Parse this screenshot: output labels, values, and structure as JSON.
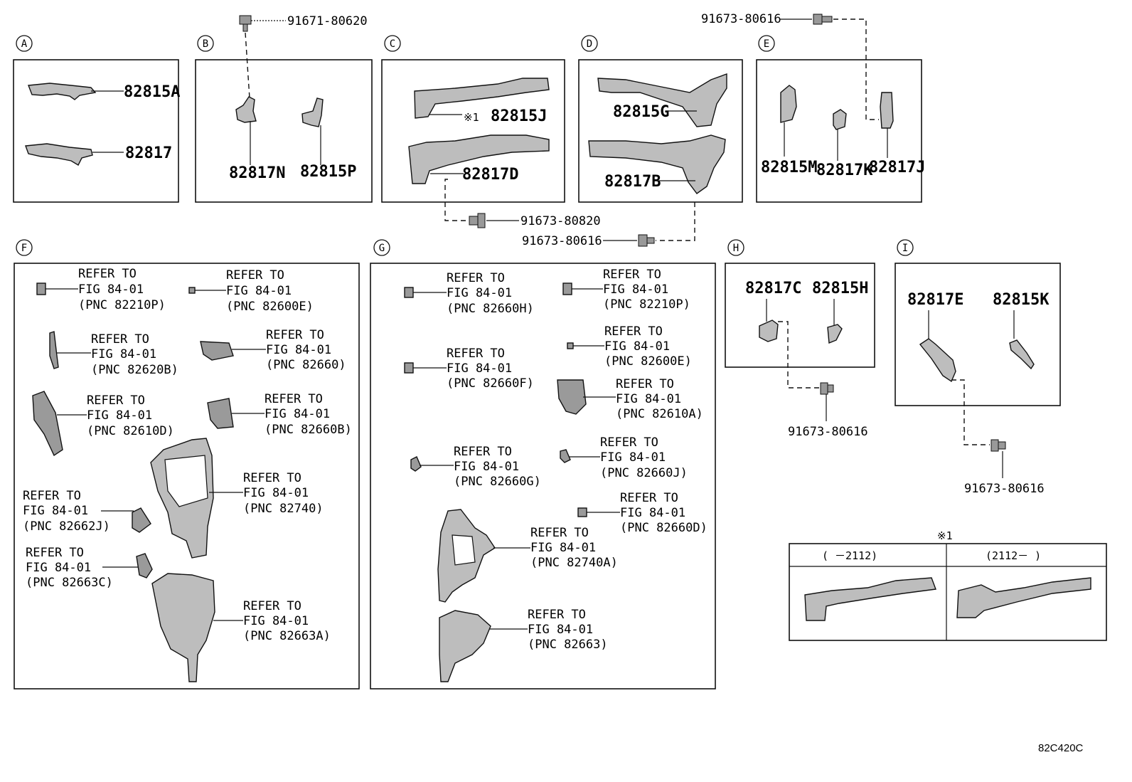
{
  "diagram_code": "82C420C",
  "groups": {
    "A": {
      "label": "A",
      "parts": [
        "82815A",
        "82817"
      ]
    },
    "B": {
      "label": "B",
      "parts": [
        "82817N",
        "82815P"
      ],
      "fastener": "91671-80620"
    },
    "C": {
      "label": "C",
      "parts": [
        "※1",
        "82815J",
        "82817D"
      ],
      "fastener": "91673-80820"
    },
    "D": {
      "label": "D",
      "parts": [
        "82815G",
        "82817B"
      ],
      "fastener": "91673-80616"
    },
    "E": {
      "label": "E",
      "parts": [
        "82815M",
        "82817K",
        "82817J"
      ],
      "fastener": "91673-80616"
    },
    "F": {
      "label": "F"
    },
    "G": {
      "label": "G"
    },
    "H": {
      "label": "H",
      "parts": [
        "82817C",
        "82815H"
      ],
      "fastener": "91673-80616"
    },
    "I": {
      "label": "I",
      "parts": [
        "82817E",
        "82815K"
      ],
      "fastener": "91673-80616"
    }
  },
  "refer_line1": "REFER TO",
  "refer_line2": "FIG 84-01",
  "references_F": [
    "(PNC 82210P)",
    "(PNC 82600E)",
    "(PNC 82620B)",
    "(PNC 82660)",
    "(PNC 82610D)",
    "(PNC 82660B)",
    "(PNC 82740)",
    "(PNC 82662J)",
    "(PNC 82663C)",
    "(PNC 82663A)"
  ],
  "references_G": [
    "(PNC 82660H)",
    "(PNC 82210P)",
    "(PNC 82600E)",
    "(PNC 82660F)",
    "(PNC 82610A)",
    "(PNC 82660G)",
    "(PNC 82660J)",
    "(PNC 82660D)",
    "(PNC 82740A)",
    "(PNC 82663)"
  ],
  "note_table": {
    "mark": "※1",
    "col1": "(    －2112)",
    "col2": "(2112－    )"
  }
}
